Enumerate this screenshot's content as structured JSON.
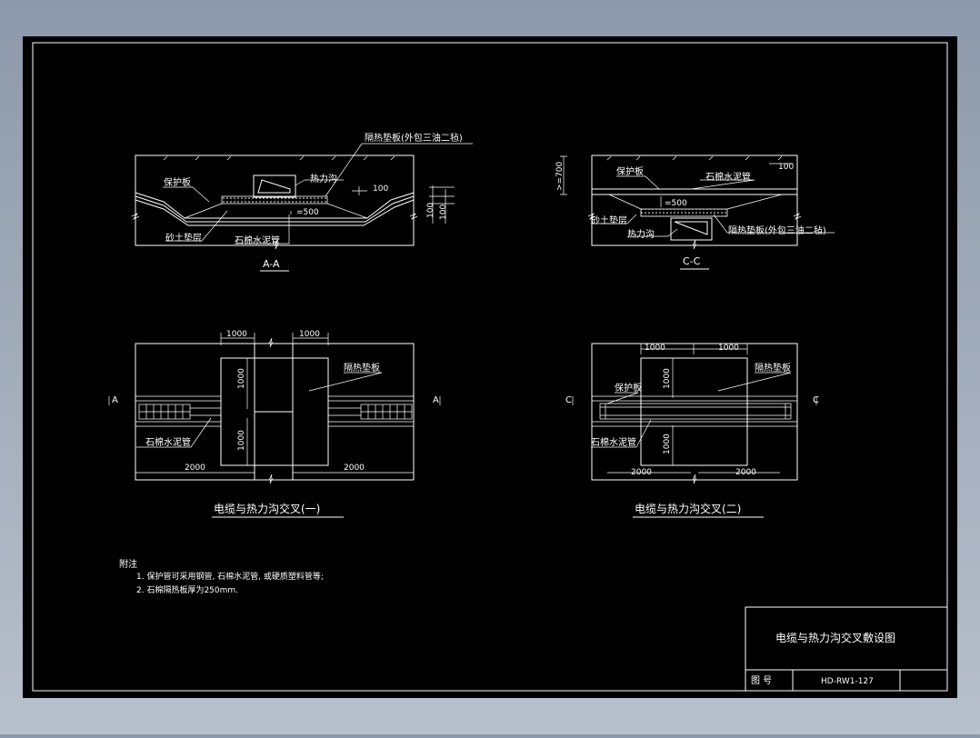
{
  "colors": {
    "paper": "#000000",
    "line": "#ffffff",
    "window_bg": "#a9b3bf"
  },
  "section_aa": {
    "label_insulation_board": "隔热垫板(外包三油二毡)",
    "label_heat_trench": "热力沟",
    "label_protect_board": "保护板",
    "label_sand_layer": "砂土垫层",
    "label_asbestos_pipe": "石棉水泥管",
    "dim_100": "100",
    "dim_100_v1": "100",
    "dim_100_v2": "100",
    "dim_500": "=500",
    "title": "A-A"
  },
  "section_cc": {
    "dim_700": ">=700",
    "label_protect_board": "保护板",
    "label_asbestos_pipe": "石棉水泥管",
    "dim_100": "100",
    "dim_500": "=500",
    "label_sand_layer": "砂土垫层",
    "label_heat_trench": "热力沟",
    "label_insulation_board": "隔热垫板(外包三油二毡)",
    "title": "C-C"
  },
  "plan_one": {
    "dim_top_left": "1000",
    "dim_top_right": "1000",
    "dim_v_upper": "1000",
    "dim_v_lower": "1000",
    "label_insulation": "隔热垫板",
    "label_pipe": "石棉水泥管",
    "dim_bottom_left": "2000",
    "dim_bottom_right": "2000",
    "mark_left": "A",
    "mark_right": "A",
    "caption": "电缆与热力沟交叉(一)"
  },
  "plan_two": {
    "dim_top_left": "1000",
    "dim_top_right": "1000",
    "dim_v_upper": "1000",
    "dim_v_lower": "1000",
    "label_insulation": "隔热垫板",
    "label_protect": "保护板",
    "label_pipe": "石棉水泥管",
    "dim_bottom_left": "2000",
    "dim_bottom_right": "2000",
    "mark_left": "C",
    "mark_right": "C",
    "caption": "电缆与热力沟交叉(二)"
  },
  "notes": {
    "heading": "附注",
    "line1": "1. 保护管可采用钢管, 石棉水泥管, 或硬质塑料管等;",
    "line2": "2. 石棉隔热板厚为250mm."
  },
  "title_block": {
    "title": "电缆与热力沟交叉敷设图",
    "label_drawing_no": "图    号",
    "drawing_no": "HD-RW1-127"
  }
}
